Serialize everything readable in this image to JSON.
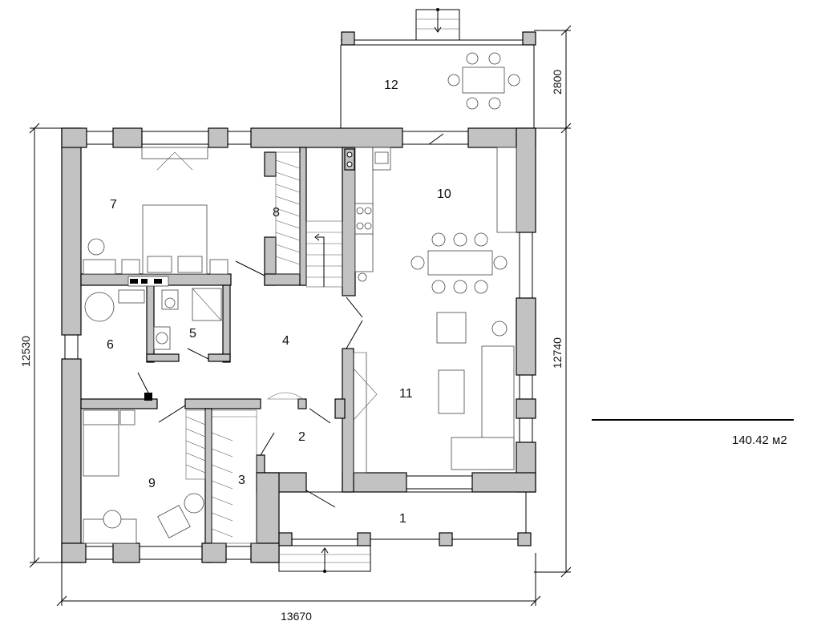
{
  "plan": {
    "rooms": [
      {
        "num": "1"
      },
      {
        "num": "2"
      },
      {
        "num": "3"
      },
      {
        "num": "4"
      },
      {
        "num": "5"
      },
      {
        "num": "6"
      },
      {
        "num": "7"
      },
      {
        "num": "8"
      },
      {
        "num": "9"
      },
      {
        "num": "10"
      },
      {
        "num": "11"
      },
      {
        "num": "12"
      }
    ],
    "dimensions": {
      "bottom_width": "13670",
      "left_height": "12530",
      "right_height": "12740",
      "terrace_depth": "2800"
    },
    "area": "140.42 м2",
    "colors": {
      "wall_fill": "#c2c2c2",
      "line": "#000000"
    }
  }
}
